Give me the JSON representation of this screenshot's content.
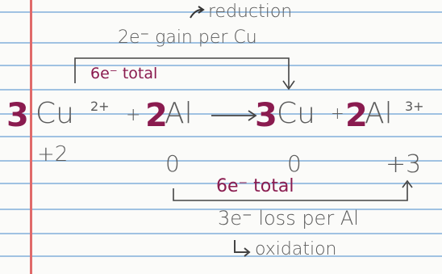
{
  "notes": {
    "top": {
      "reduction_label": "reduction",
      "gain_text": "2e⁻ gain per Cu",
      "total_text": "6e⁻ total"
    },
    "equation": {
      "reactant1_coeff": "3",
      "reactant1_species": "Cu",
      "reactant1_charge": "2+",
      "plus1": "+",
      "reactant2_coeff": "2",
      "reactant2_species": "Al",
      "arrow": "⟶",
      "product1_coeff": "3",
      "product1_species": "Cu",
      "plus2": "+",
      "product2_coeff": "2",
      "product2_species": "Al",
      "product2_charge": "3+"
    },
    "oxidation_states": {
      "reactant1": "+2",
      "reactant2": "0",
      "product1": "0",
      "product2": "+3"
    },
    "bottom": {
      "total_text": "6e⁻ total",
      "loss_text": "3e⁻ loss per Al",
      "oxidation_label": "oxidation"
    }
  },
  "colors": {
    "ink_gray": "#5b5b5b",
    "ink_magenta": "#8a1b4f",
    "rule_blue": "#8fb7de",
    "margin_red": "#e06a6a",
    "paper": "#fbfbf9"
  }
}
